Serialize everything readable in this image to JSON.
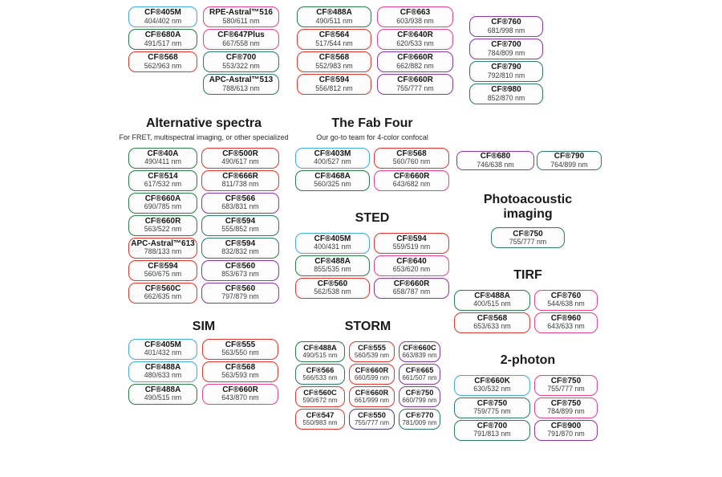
{
  "palette": {
    "blue": "#45ACE2",
    "green": "#2E7D4E",
    "red": "#E2392F",
    "pink": "#E8448C",
    "teal": "#2F7A6C",
    "purple": "#8A3AA0",
    "violet": "#4C3F8F"
  },
  "groups": {
    "topA": {
      "columns": [
        [
          {
            "name": "CF®405M",
            "value": "404/402 nm",
            "color": "blue"
          },
          {
            "name": "CF®680A",
            "value": "491/517 nm",
            "color": "green"
          },
          {
            "name": "CF®568",
            "value": "562/963 nm",
            "color": "red"
          }
        ],
        [
          {
            "name": "RPE-Astral™516",
            "value": "580/611 nm",
            "color": "pink"
          },
          {
            "name": "CF®647Plus",
            "value": "667/558 nm",
            "color": "pink"
          },
          {
            "name": "CF®700",
            "value": "553/322 nm",
            "color": "teal"
          },
          {
            "name": "APC-Astral™513",
            "value": "788/613 nm",
            "color": "teal"
          }
        ]
      ]
    },
    "topB": {
      "columns": [
        [
          {
            "name": "CF®488A",
            "value": "490/511 nm",
            "color": "green"
          },
          {
            "name": "CF®564",
            "value": "517/544 nm",
            "color": "red"
          },
          {
            "name": "CF®568",
            "value": "552/983 nm",
            "color": "red"
          },
          {
            "name": "CF®594",
            "value": "556/812 nm",
            "color": "red"
          }
        ],
        [
          {
            "name": "CF®663",
            "value": "603/938 nm",
            "color": "pink"
          },
          {
            "name": "CF®640R",
            "value": "620/533 nm",
            "color": "pink"
          },
          {
            "name": "CF®660R",
            "value": "662/882 nm",
            "color": "purple"
          },
          {
            "name": "CF®660R",
            "value": "755/777 nm",
            "color": "purple"
          }
        ]
      ]
    },
    "topC": {
      "columns": [
        [
          {
            "name": "CF®760",
            "value": "681/998 nm",
            "color": "purple"
          },
          {
            "name": "CF®700",
            "value": "784/809 nm",
            "color": "purple"
          },
          {
            "name": "CF®790",
            "value": "792/810 nm",
            "color": "teal"
          },
          {
            "name": "CF®980",
            "value": "852/870 nm",
            "color": "teal"
          }
        ]
      ]
    },
    "alternative": {
      "heading": "Alternative spectra",
      "subtitle": "For FRET, multispectral imaging, or other specialized",
      "columns": [
        [
          {
            "name": "CF®40A",
            "value": "490/411 nm",
            "color": "green"
          },
          {
            "name": "CF®514",
            "value": "617/532 nm",
            "color": "green"
          },
          {
            "name": "CF®660A",
            "value": "690/785 nm",
            "color": "green"
          },
          {
            "name": "CF®660R",
            "value": "563/522 nm",
            "color": "green"
          },
          {
            "name": "APC-Astral™613",
            "value": "788/133 nm",
            "color": "red"
          },
          {
            "name": "CF®594",
            "value": "560/675 nm",
            "color": "red"
          },
          {
            "name": "CF®560C",
            "value": "662/635 nm",
            "color": "red"
          }
        ],
        [
          {
            "name": "CF®500R",
            "value": "490/617 nm",
            "color": "red"
          },
          {
            "name": "CF®666R",
            "value": "811/738 nm",
            "color": "red"
          },
          {
            "name": "CF®566",
            "value": "683/831 nm",
            "color": "purple"
          },
          {
            "name": "CF®594",
            "value": "555/852 nm",
            "color": "teal"
          },
          {
            "name": "CF®594",
            "value": "832/832 nm",
            "color": "teal"
          },
          {
            "name": "CF®560",
            "value": "853/673 nm",
            "color": "purple"
          },
          {
            "name": "CF®560",
            "value": "797/879 nm",
            "color": "purple"
          }
        ]
      ]
    },
    "fabfour": {
      "heading": "The Fab Four",
      "subtitle": "Our go-to team for 4-color confocal",
      "columns": [
        [
          {
            "name": "CF®403M",
            "value": "400/527 nm",
            "color": "blue"
          },
          {
            "name": "CF®468A",
            "value": "560/325 nm",
            "color": "green"
          }
        ],
        [
          {
            "name": "CF®568",
            "value": "560/760 nm",
            "color": "red"
          },
          {
            "name": "CF®660R",
            "value": "643/682 nm",
            "color": "pink"
          }
        ]
      ]
    },
    "sted": {
      "heading": "STED",
      "columns": [
        [
          {
            "name": "CF®405M",
            "value": "400/431 nm",
            "color": "blue"
          },
          {
            "name": "CF®488A",
            "value": "855/535 nm",
            "color": "green"
          },
          {
            "name": "CF®560",
            "value": "562/538 nm",
            "color": "red"
          }
        ],
        [
          {
            "name": "CF®594",
            "value": "559/519 nm",
            "color": "red"
          },
          {
            "name": "CF®640",
            "value": "653/620 nm",
            "color": "pink"
          },
          {
            "name": "CF®660R",
            "value": "658/787 nm",
            "color": "purple"
          }
        ]
      ]
    },
    "pair680": {
      "columns": [
        [
          {
            "name": "CF®680",
            "value": "746/638 nm",
            "color": "purple"
          }
        ],
        [
          {
            "name": "CF®790",
            "value": "764/899 nm",
            "color": "teal"
          }
        ]
      ]
    },
    "photoacoustic": {
      "heading": "Photoacoustic\nimaging",
      "columns": [
        [
          {
            "name": "CF®750",
            "value": "755/777 nm",
            "color": "teal"
          }
        ]
      ]
    },
    "tirf": {
      "heading": "TIRF",
      "columns": [
        [
          {
            "name": "CF®488A",
            "value": "400/515 nm",
            "color": "green"
          },
          {
            "name": "CF®568",
            "value": "653/633 nm",
            "color": "red"
          }
        ],
        [
          {
            "name": "CF®760",
            "value": "544/638 nm",
            "color": "pink"
          },
          {
            "name": "CF®960",
            "value": "643/633 nm",
            "color": "pink"
          }
        ]
      ]
    },
    "sim": {
      "heading": "SIM",
      "columns": [
        [
          {
            "name": "CF®405M",
            "value": "401/432 nm",
            "color": "blue"
          },
          {
            "name": "CF®488A",
            "value": "480/633 nm",
            "color": "blue"
          },
          {
            "name": "CF®488A",
            "value": "490/515 nm",
            "color": "green"
          }
        ],
        [
          {
            "name": "CF®555",
            "value": "563/550 nm",
            "color": "red"
          },
          {
            "name": "CF®568",
            "value": "563/593 nm",
            "color": "red"
          },
          {
            "name": "CF®660R",
            "value": "643/870 nm",
            "color": "pink"
          }
        ]
      ]
    },
    "storm": {
      "heading": "STORM",
      "columns": [
        [
          {
            "name": "CF®488A",
            "value": "490/515 nm",
            "color": "green"
          },
          {
            "name": "CF®566",
            "value": "566/533 nm",
            "color": "teal"
          },
          {
            "name": "CF®560C",
            "value": "590/672 nm",
            "color": "red"
          },
          {
            "name": "CF®547",
            "value": "550/983 nm",
            "color": "red"
          }
        ],
        [
          {
            "name": "CF®555",
            "value": "560/539 nm",
            "color": "red"
          },
          {
            "name": "CF®660R",
            "value": "660/599 nm",
            "color": "red"
          },
          {
            "name": "CF®660R",
            "value": "661/999 nm",
            "color": "red"
          },
          {
            "name": "CF®550",
            "value": "755/777 nm",
            "color": "violet"
          }
        ],
        [
          {
            "name": "CF®660C",
            "value": "663/839 nm",
            "color": "purple"
          },
          {
            "name": "CF®665",
            "value": "661/507 nm",
            "color": "purple"
          },
          {
            "name": "CF®750",
            "value": "660/799 nm",
            "color": "purple"
          },
          {
            "name": "CF®770",
            "value": "781/009 nm",
            "color": "teal"
          }
        ]
      ]
    },
    "twophoton": {
      "heading": "2-photon",
      "columns": [
        [
          {
            "name": "CF®660K",
            "value": "630/532 nm",
            "color": "blue"
          },
          {
            "name": "CF®750",
            "value": "759/775 nm",
            "color": "teal"
          },
          {
            "name": "CF®700",
            "value": "791/813 nm",
            "color": "teal"
          }
        ],
        [
          {
            "name": "CF®750",
            "value": "755/777 nm",
            "color": "pink"
          },
          {
            "name": "CF®750",
            "value": "784/899 nm",
            "color": "pink"
          },
          {
            "name": "CF®900",
            "value": "791/870 nm",
            "color": "purple"
          }
        ]
      ]
    }
  }
}
